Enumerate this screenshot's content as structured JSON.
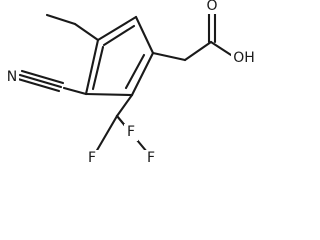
{
  "molecule": {
    "atom_labels": {
      "nitrile_n": "N",
      "carbonyl_o": "O",
      "hydroxyl": "OH",
      "fluorine_top": "F",
      "fluorine_left": "F",
      "fluorine_right": "F"
    },
    "colors": {
      "bond": "#1a1a1a",
      "label": "#1a1a1a",
      "background": "#ffffff"
    }
  }
}
